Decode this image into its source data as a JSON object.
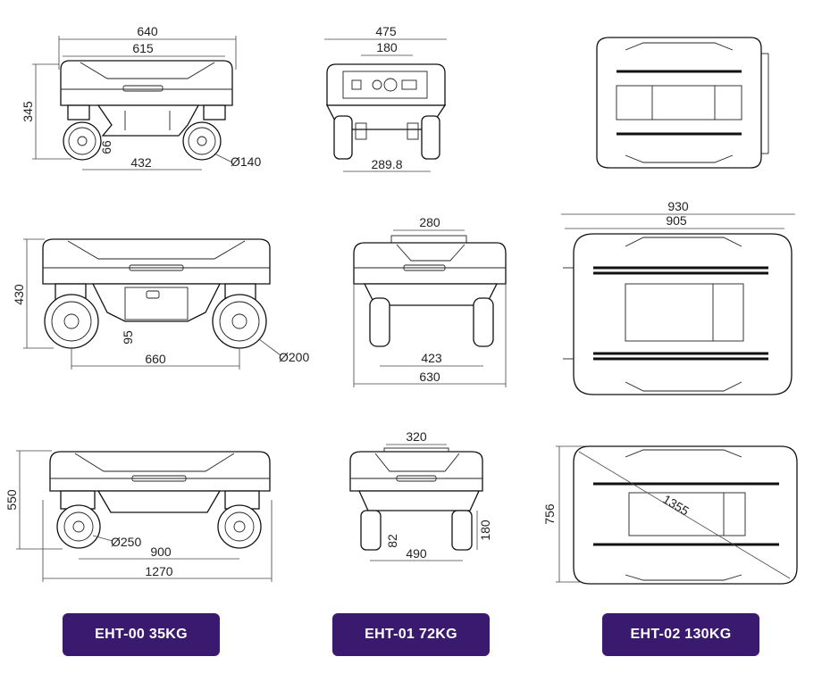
{
  "models": [
    {
      "label": "EHT-00 35KG",
      "top_view_dims": {
        "overall_width": "640",
        "body_width": "615",
        "height": "345",
        "clearance": "66",
        "wheelbase": "432",
        "wheel_diameter": "Ø140"
      }
    },
    {
      "label": "EHT-01 72KG",
      "side_view_dims": {
        "overall_width": "475",
        "panel_width": "180",
        "track": "289.8"
      },
      "mid_view_dims": {
        "overall_width": "280",
        "height": "430",
        "clearance": "95",
        "wheelbase": "660",
        "wheel_diameter": "Ø200",
        "track": "423",
        "total": "630"
      }
    },
    {
      "label": "EHT-02 130KG",
      "plan_view_dims": {
        "overall": "930",
        "inner": "905"
      },
      "bottom_view_dims": {
        "top_width": "320",
        "height": "550",
        "clearance": "82",
        "wheelbase": "900",
        "wheel_diameter": "Ø250",
        "overall_length": "1270",
        "track": "490",
        "side_height": "180",
        "plan_height": "756",
        "diagonal": "1355"
      }
    }
  ],
  "colors": {
    "badge_bg": "#3a1a6e",
    "badge_text": "#ffffff",
    "line": "#111111"
  }
}
